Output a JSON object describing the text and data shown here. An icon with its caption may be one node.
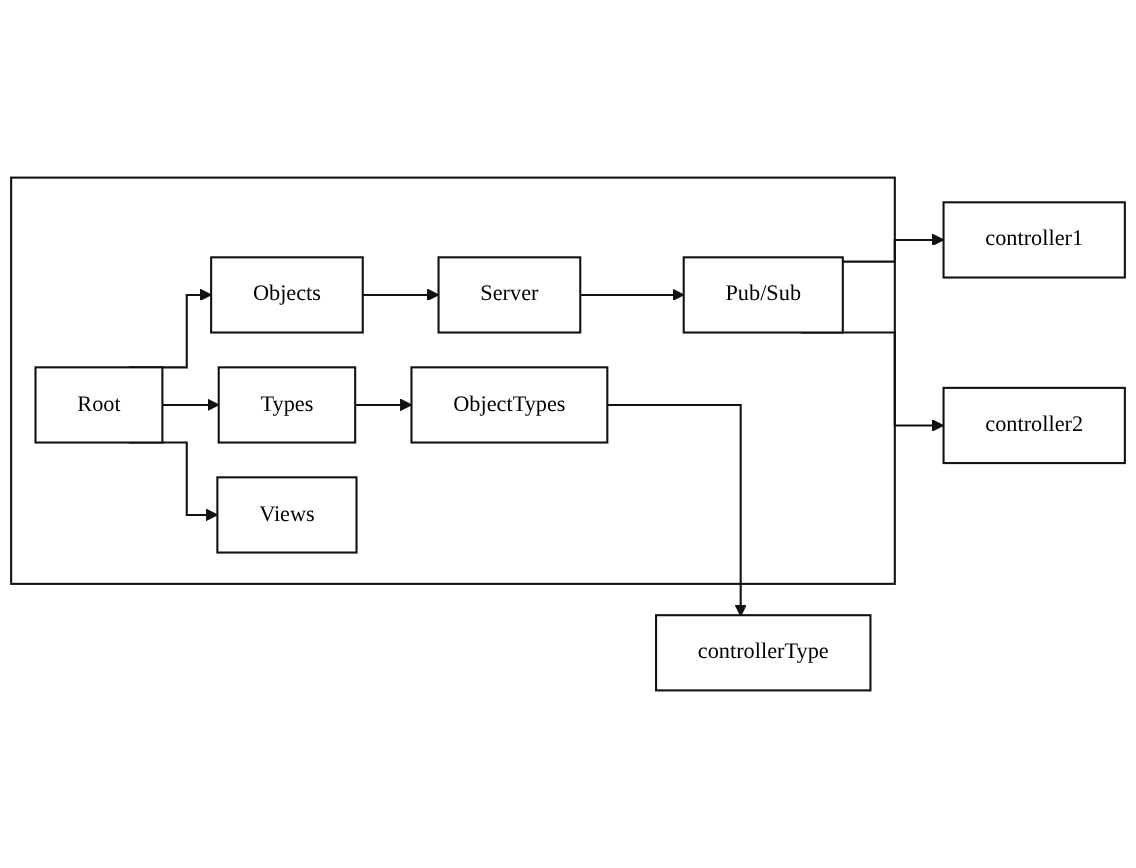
{
  "diagram": {
    "nodes": [
      {
        "text": [],
        "shape": "box"
      },
      {
        "text": [
          "Root"
        ],
        "in": 0
      },
      {
        "text": [
          "Objects"
        ],
        "in": 0
      },
      {
        "text": [
          "Server"
        ],
        "in": 0
      },
      {
        "text": [
          "Pub/Sub"
        ],
        "in": 0
      },
      {
        "text": [
          "controller1"
        ]
      },
      {
        "text": [
          "controller2"
        ]
      },
      {
        "text": [
          "Types"
        ],
        "in": 0
      },
      {
        "text": [
          "ObjectTypes"
        ],
        "in": 0
      },
      {
        "text": [
          "controllerType"
        ]
      },
      {
        "text": [
          "Views"
        ],
        "in": 0
      }
    ],
    "edges": [
      {
        "from": 1,
        "to": 2,
        "arrow": "to"
      },
      {
        "from": 1,
        "to": 7,
        "arrow": "to"
      },
      {
        "from": 1,
        "to": 10,
        "arrow": "to"
      },
      {
        "from": 2,
        "to": 3,
        "arrow": "to"
      },
      {
        "from": 3,
        "to": 4,
        "arrow": "to"
      },
      {
        "from": 4,
        "to": 5,
        "arrow": "to"
      },
      {
        "from": 4,
        "to": 6,
        "arrow": "to"
      },
      {
        "from": 7,
        "to": 8,
        "arrow": "to"
      },
      {
        "from": 8,
        "to": 9,
        "arrow": "to"
      }
    ]
  }
}
